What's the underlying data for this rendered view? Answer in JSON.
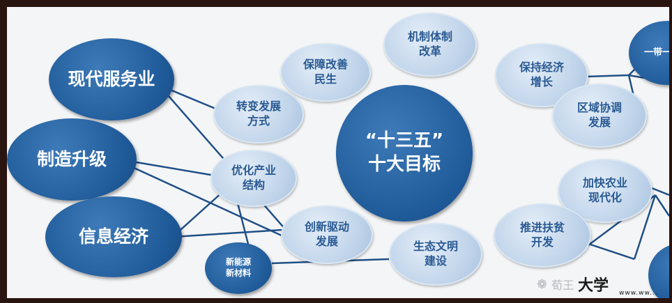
{
  "center": {
    "label": "“十三五”\n十大目标"
  },
  "nodes": {
    "modern_service": "现代服务业",
    "manufacturing_upgrade": "制造升级",
    "info_economy": "信息经济",
    "new_energy_materials": "新能源\n新材料",
    "transform_development": "转变发展\n方式",
    "optimize_industry": "优化产业\n结构",
    "innovation_driven": "创新驱动\n发展",
    "ensure_livelihood": "保障改善\n民生",
    "institutional_reform": "机制体制\n改革",
    "maintain_growth": "保持经济\n增长",
    "regional_coordination": "区域协调\n发展",
    "agri_modernization": "加快农业\n现代化",
    "poverty_alleviation": "推进扶贫\n开发",
    "ecological_civilization": "生态文明\n建设",
    "top_right_partial": "一带一",
    "bottom_right_partial": ""
  },
  "watermark": {
    "icon": "wechat-icon",
    "account": "荀王",
    "brand": "大学",
    "url": "www.ww..."
  },
  "colors": {
    "dark_node": "#1f5a99",
    "light_node": "#bcd1e8",
    "light_text": "#2a5a93",
    "connector": "#1f4f86",
    "frame_border": "#2a1410"
  }
}
